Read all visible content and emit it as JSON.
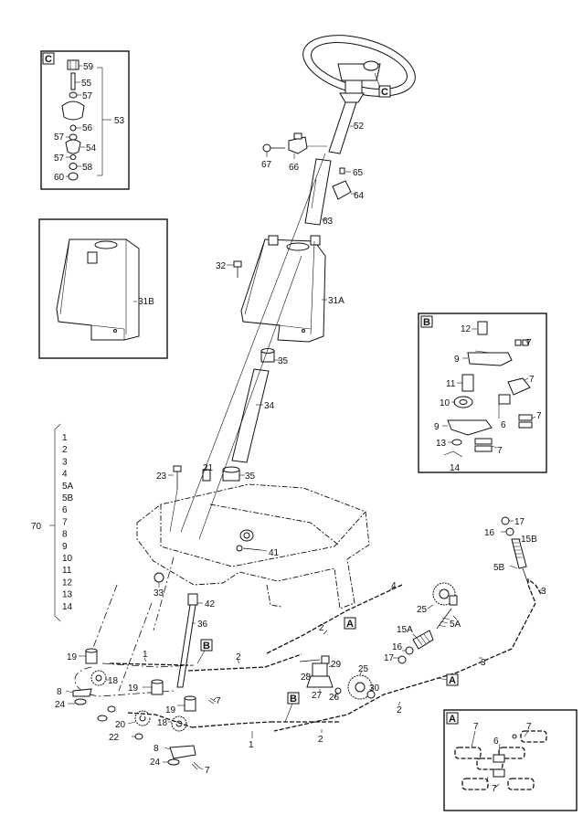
{
  "callout_letters": {
    "c": "C",
    "b": "B",
    "a": "A"
  },
  "labels": {
    "p59": "59",
    "p55": "55",
    "p57a": "57",
    "p56": "56",
    "p57b": "57",
    "p54": "54",
    "p57c": "57",
    "p58": "58",
    "p60": "60",
    "p53": "53",
    "p52": "52",
    "p67": "67",
    "p66": "66",
    "p65": "65",
    "p64": "64",
    "p63": "63",
    "p31b": "31B",
    "p32": "32",
    "p31a": "31A",
    "p35a": "35",
    "p34": "34",
    "p12": "12",
    "p7b1": "7",
    "p9a": "9",
    "p11": "11",
    "p7b2": "7",
    "p10": "10",
    "p9b": "9",
    "p6b": "6",
    "p7b3": "7",
    "p13": "13",
    "p7b4": "7",
    "p14": "14",
    "p23": "23",
    "p21": "21",
    "p35b": "35",
    "p70": "70",
    "p41": "41",
    "p17": "17",
    "p16a": "16",
    "p15b": "15B",
    "p5b": "5B",
    "p3a": "3",
    "p4": "4",
    "p25a": "25",
    "p5a": "5A",
    "p15a": "15A",
    "p16b": "16",
    "p17b": "17",
    "p2a": "2",
    "p3b": "3",
    "p33": "33",
    "p42": "42",
    "p36": "36",
    "p19a": "19",
    "p1a": "1",
    "p2b": "2",
    "p28": "28",
    "p29": "29",
    "p25b": "25",
    "p18a": "18",
    "p8a": "8",
    "p24a": "24",
    "p27": "27",
    "p26": "26",
    "p30": "30",
    "p19b": "19",
    "p7a": "7",
    "p19c": "19",
    "p20": "20",
    "p18b": "18",
    "p22": "22",
    "p2c": "2",
    "p2d": "2",
    "p1b": "1",
    "p8b": "8",
    "p24b": "24",
    "p7c": "7",
    "pa7a": "7",
    "pa6": "6",
    "pa7b": "7",
    "pa7c": "7"
  },
  "kit_list": [
    "1",
    "2",
    "3",
    "4",
    "5A",
    "5B",
    "6",
    "7",
    "8",
    "9",
    "10",
    "11",
    "12",
    "13",
    "14"
  ]
}
